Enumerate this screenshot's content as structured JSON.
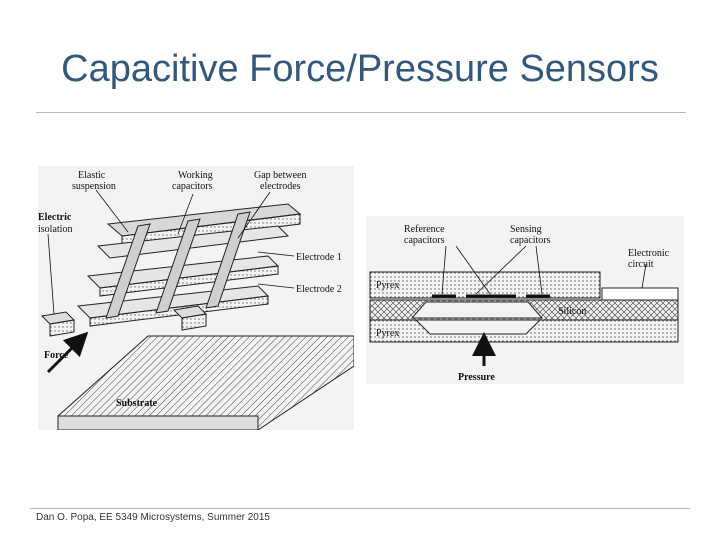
{
  "slide": {
    "title": "Capacitive Force/Pressure Sensors",
    "footer": "Dan O. Popa, EE 5349 Microsystems, Summer 2015"
  },
  "figure_left": {
    "labels": {
      "elastic_1": "Elastic",
      "elastic_2": "suspension",
      "working_1": "Working",
      "working_2": "capacitors",
      "gap_1": "Gap between",
      "gap_2": "electrodes",
      "isolation_1": "Electric",
      "isolation_2": "isolation",
      "electrode1": "Electrode 1",
      "electrode2": "Electrode 2",
      "force": "Force",
      "substrate": "Substrate"
    }
  },
  "figure_right": {
    "labels": {
      "reference_1": "Reference",
      "reference_2": "capacitors",
      "sensing_1": "Sensing",
      "sensing_2": "capacitors",
      "electronic_1": "Electronic",
      "electronic_2": "circuit",
      "pyrex_top": "Pyrex",
      "silicon": "Silicon",
      "pyrex_bottom": "Pyrex",
      "pressure": "Pressure"
    }
  }
}
